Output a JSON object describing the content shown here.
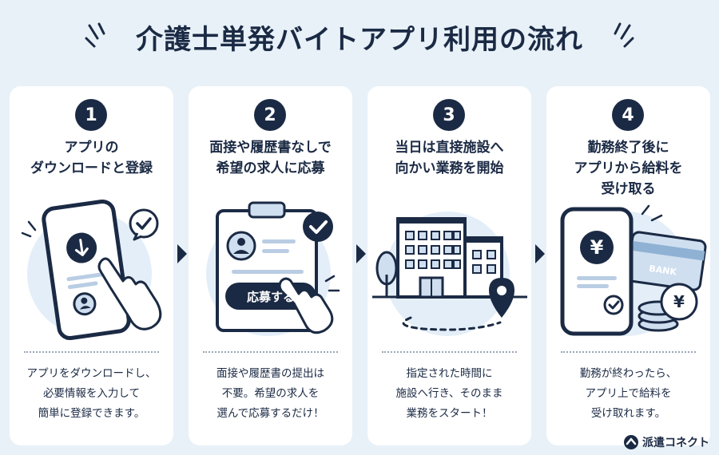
{
  "title": "介護士単発バイトアプリ利用の流れ",
  "steps": [
    {
      "number": "1",
      "heading": "アプリの\nダウンロードと登録",
      "description": "アプリをダウンロードし、\n必要情報を入力して\n簡単に登録できます。"
    },
    {
      "number": "2",
      "heading": "面接や履歴書なしで\n希望の求人に応募",
      "description": "面接や履歴書の提出は\n不要。希望の求人を\n選んで応募するだけ！",
      "button_label": "応募する"
    },
    {
      "number": "3",
      "heading": "当日は直接施設へ\n向かい業務を開始",
      "description": "指定された時間に\n施設へ行き、そのまま\n業務をスタート！"
    },
    {
      "number": "4",
      "heading": "勤務終了後に\nアプリから給料を\n受け取る",
      "description": "勤務が終わったら、\nアプリ上で給料を\n受け取れます。",
      "yen_symbol": "¥",
      "bank_label": "BANK"
    }
  ],
  "brand": "派遣コネクト",
  "colors": {
    "navy": "#1b2a44",
    "background": "#e8f1f8",
    "accent": "#cfdff0"
  },
  "icons": [
    "download-icon",
    "check-icon",
    "user-icon",
    "hand-pointer-icon",
    "clipboard-icon",
    "building-icon",
    "tree-icon",
    "location-pin-icon",
    "yen-icon",
    "bank-card-icon",
    "coin-stack-icon",
    "chevron-right-icon",
    "brand-logo-icon"
  ]
}
